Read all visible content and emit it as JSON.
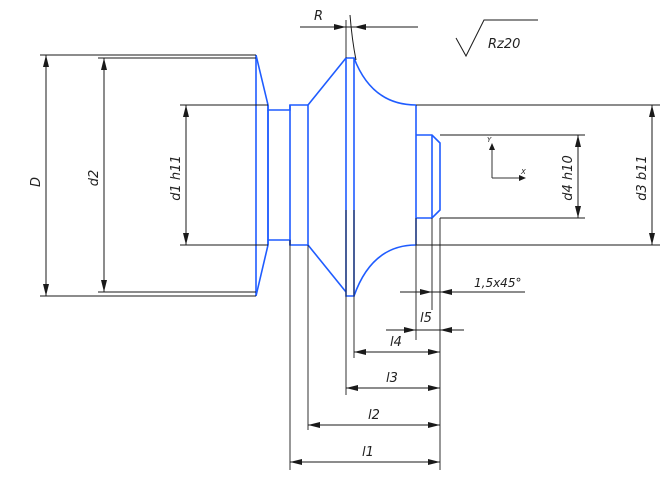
{
  "labels": {
    "D": "D",
    "d2": "d2",
    "d1": "d1 h11",
    "d4": "d4 h10",
    "d3": "d3 b11",
    "R": "R",
    "roughness": "Rz20",
    "chamfer": "1,5x45°",
    "l1": "l1",
    "l2": "l2",
    "l3": "l3",
    "l4": "l4",
    "l5": "l5",
    "axis_y": "Y",
    "axis_x": "X"
  },
  "colors": {
    "part_outline": "#1f5cff",
    "dimension_lines": "#1a1a1a",
    "text": "#222222"
  }
}
